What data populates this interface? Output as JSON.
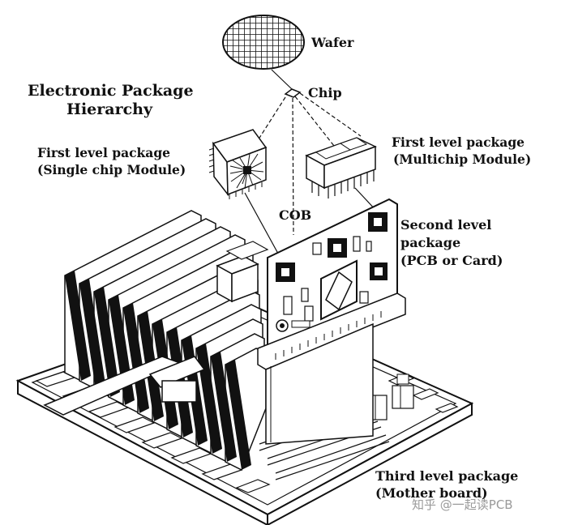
{
  "title": {
    "line1": "Electronic Package",
    "line2": "Hierarchy"
  },
  "labels": {
    "wafer": "Wafer",
    "chip": "Chip",
    "cob": "COB",
    "first_scm_line1": "First level package",
    "first_scm_line2": "(Single chip Module)",
    "first_mcm_line1": "First level package",
    "first_mcm_line2": "(Multichip Module)",
    "second_line1": "Second level",
    "second_line2": "package",
    "second_line3": "(PCB or Card)",
    "third_line1": "Third level package",
    "third_line2": "(Mother board)"
  },
  "watermark": "知乎 @一起读PCB",
  "colors": {
    "ink": "#111111",
    "paper": "#ffffff",
    "watermark": "#9a9a9a"
  }
}
